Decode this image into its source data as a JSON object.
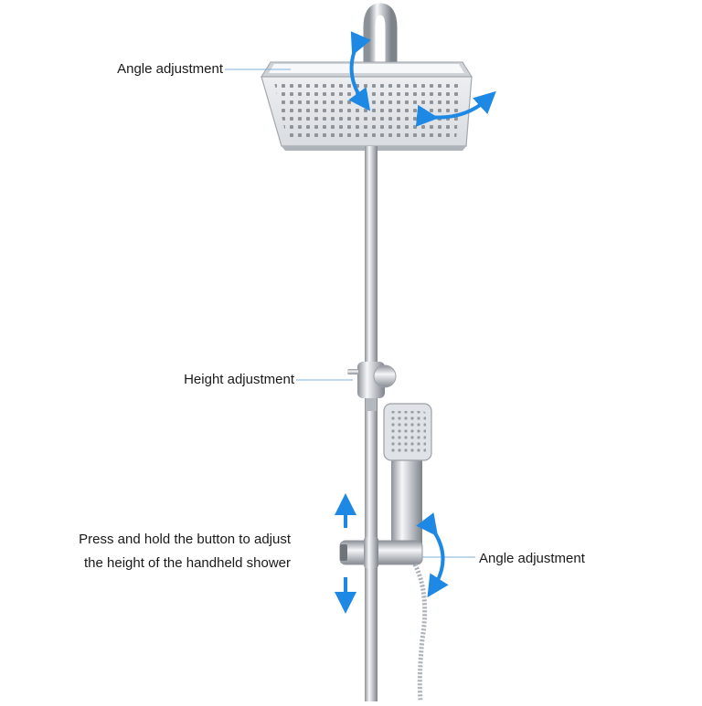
{
  "annotations": {
    "angle_top": "Angle adjustment",
    "height": "Height adjustment",
    "press_line1": "Press and hold the button to adjust",
    "press_line2": "the height of the handheld shower",
    "angle_bottom": "Angle adjustment"
  },
  "colors": {
    "accent_arrow": "#1e88e5",
    "chrome_dark": "#8a8f96",
    "chrome_light": "#f4f6f8",
    "leader_line": "#7fb2de"
  }
}
